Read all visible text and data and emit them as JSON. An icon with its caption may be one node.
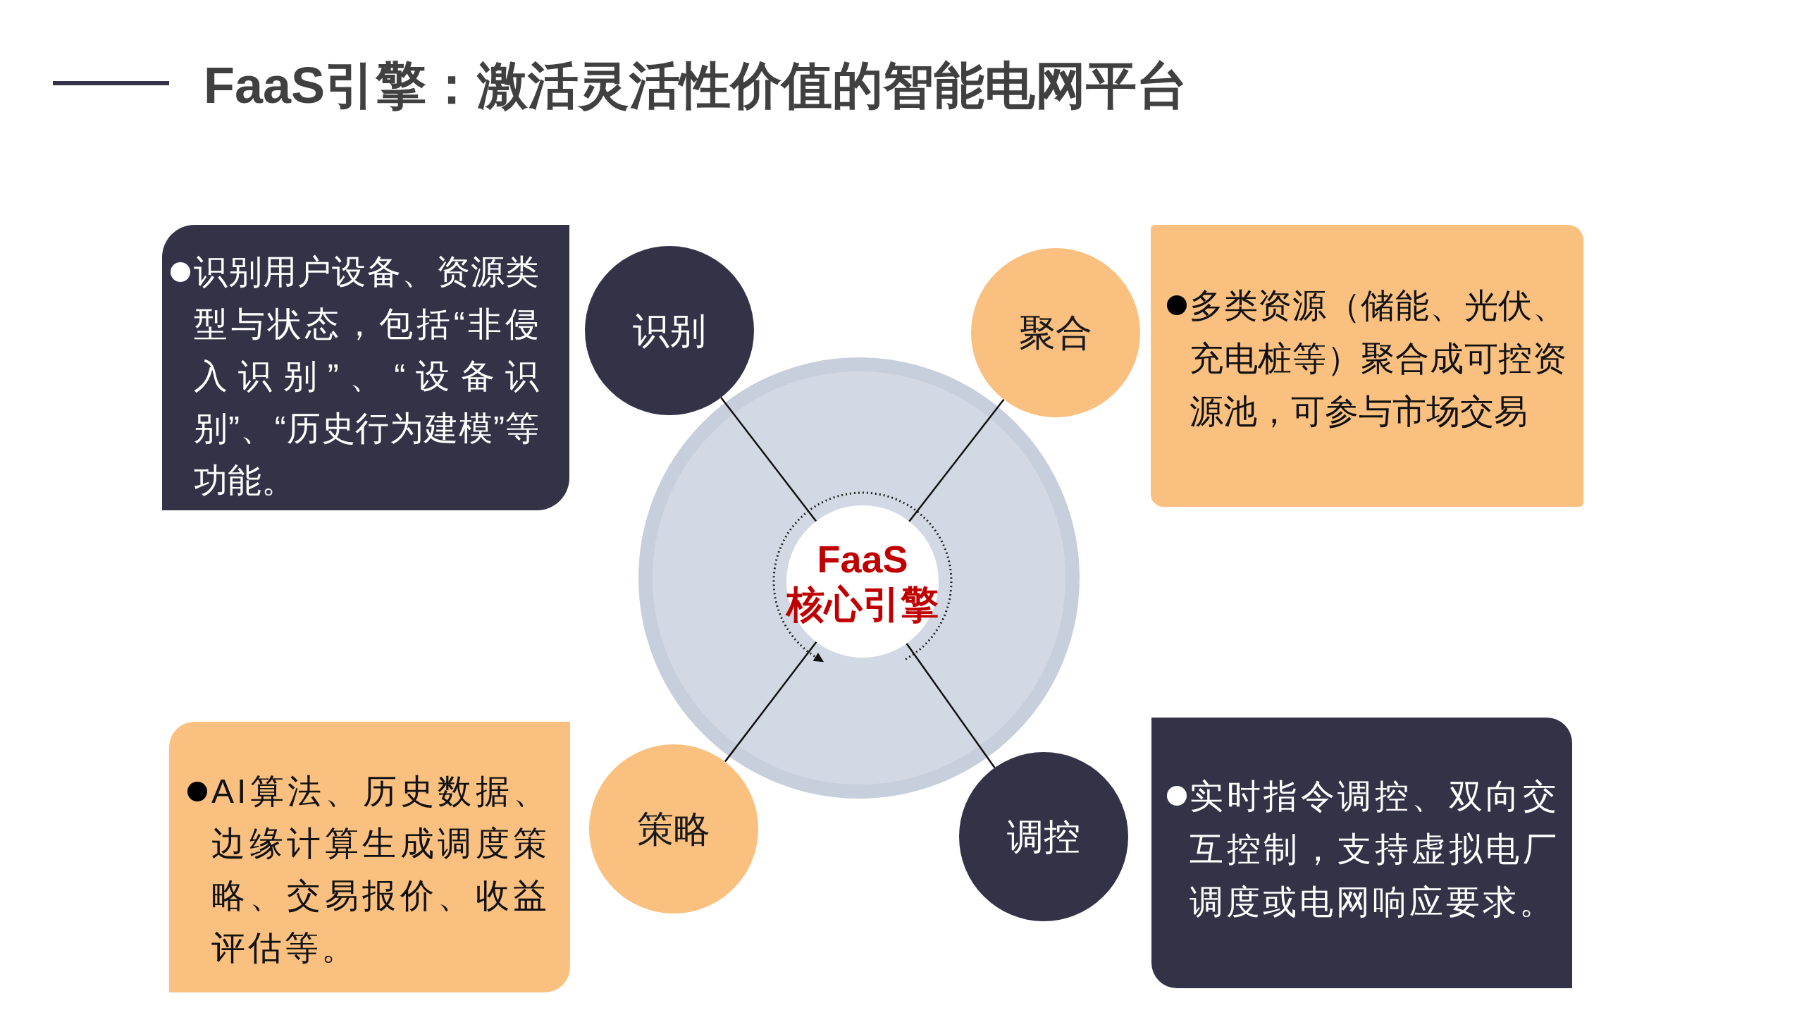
{
  "diagram": {
    "title": "FaaS引擎：激活灵活性价值的智能电网平台",
    "nodes": [
      {
        "text": [
          "识别用户设备、资源类型与状态，包括“非侵入识别”、“设备识别”、“历史行为建模”等功能。"
        ]
      },
      {
        "text": [
          "识别"
        ]
      },
      {
        "text": [
          "聚合"
        ]
      },
      {
        "text": [
          "多类资源（储能、光伏、充电桩等）聚合成可控资源池，可参与市场交易"
        ]
      },
      {
        "text": [
          "FaaS 核心引擎"
        ]
      },
      {
        "text": [
          "AI算法、历史数据、边缘计算生成调度策略、交易报价、收益评估等。"
        ]
      },
      {
        "text": [
          "策略"
        ]
      },
      {
        "text": [
          "调控"
        ]
      },
      {
        "text": [
          "实时指令调控、双向交互控制，支持虚拟电厂调度或电网响应要求。"
        ]
      }
    ],
    "edges": [
      {
        "from": 4,
        "to": 1,
        "arrow": "none"
      },
      {
        "from": 4,
        "to": 2,
        "arrow": "none"
      },
      {
        "from": 4,
        "to": 6,
        "arrow": "none"
      },
      {
        "from": 4,
        "to": 7,
        "arrow": "none"
      }
    ]
  }
}
